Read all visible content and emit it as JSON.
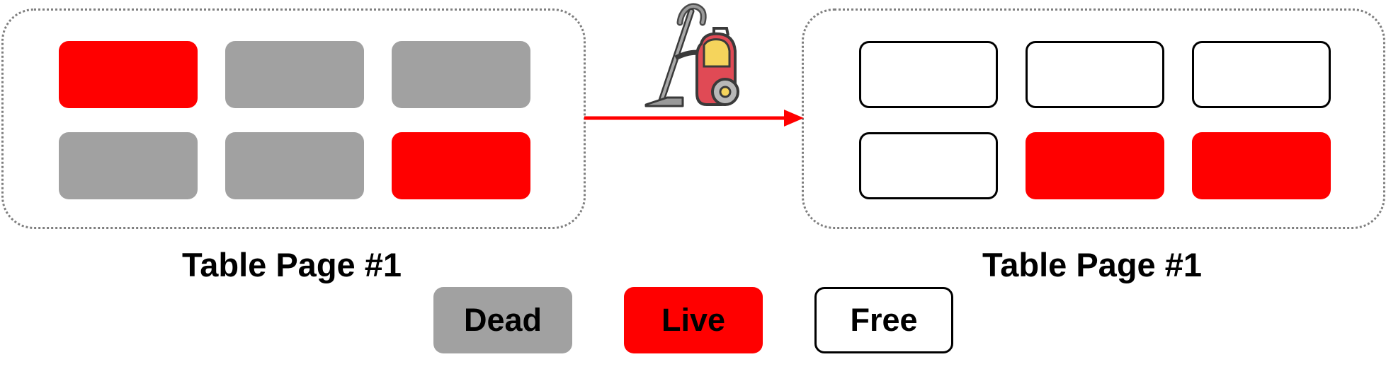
{
  "legend": {
    "dead_label": "Dead",
    "live_label": "Live",
    "free_label": "Free"
  },
  "pages": [
    {
      "caption": "Table Page #1",
      "tuples": [
        "live",
        "dead",
        "dead",
        "dead",
        "dead",
        "live"
      ]
    },
    {
      "caption": "Table Page #1",
      "tuples": [
        "free",
        "free",
        "free",
        "free",
        "live",
        "live"
      ]
    }
  ],
  "icons": {
    "vacuum": "vacuum-cleaner-icon",
    "arrow": "arrow-right-icon"
  },
  "colors": {
    "dead": "#a1a1a1",
    "live": "#ff0000",
    "free": "#ffffff",
    "arrow": "#ff0000"
  }
}
